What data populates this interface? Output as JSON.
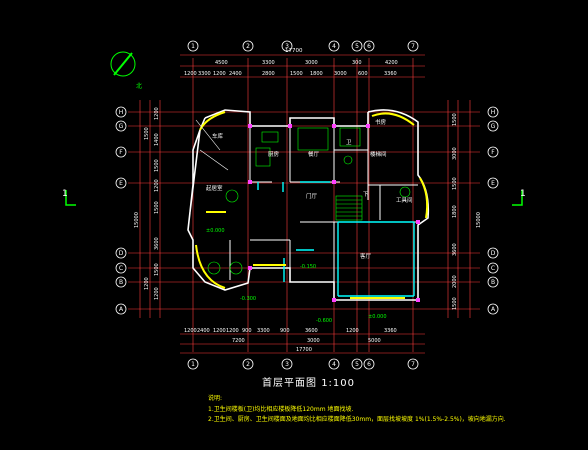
{
  "drawing": {
    "title": "首层平面图",
    "scale": "1:100",
    "section_mark": "1",
    "notes": [
      "说明:",
      "1.卫生间楼板(卫)均比相应楼板降低120mm 地面找坡.",
      "2.卫生间、厨房、卫生间楼面及地面均比相应楼面降低30mm，面层找坡坡度 1%(1.5%-2.5%)，坡向地漏方向."
    ],
    "grid_top": [
      "1",
      "2",
      "3",
      "4",
      "5",
      "6",
      "7"
    ],
    "grid_bottom": [
      "1",
      "2",
      "3",
      "4",
      "5",
      "6",
      "7"
    ],
    "grid_left": [
      "H",
      "G",
      "F",
      "E",
      "D",
      "C",
      "B",
      "A"
    ],
    "grid_right": [
      "H",
      "G",
      "F",
      "E",
      "D",
      "C",
      "B",
      "A"
    ],
    "dims_top": {
      "total": "17700",
      "row2": [
        "4500",
        "3300",
        "3000",
        "300",
        "4200"
      ],
      "row3": [
        "1200",
        "3300",
        "1200",
        "2400",
        "2800",
        "1500",
        "1800",
        "3000",
        "600",
        "3360"
      ]
    },
    "dims_bottom": {
      "row1": [
        "1200",
        "2400",
        "1200",
        "1200",
        "900",
        "3300",
        "900",
        "3600",
        "1200",
        "3360"
      ],
      "row2": [
        "7200",
        "3000",
        "5000"
      ],
      "total": "17700"
    },
    "dims_left": [
      "1200",
      "1400",
      "1500",
      "1200",
      "1500",
      "3600",
      "1500",
      "1200",
      "1500",
      "1200"
    ],
    "dims_left_total": "15000",
    "dims_right": [
      "1500",
      "3000",
      "1500",
      "1800",
      "3600",
      "2000",
      "1500"
    ],
    "dims_right_total": "15000",
    "rooms": [
      "客厅",
      "厨房",
      "餐厅",
      "卫",
      "书房",
      "车库",
      "门厅",
      "楼梯间",
      "下",
      "工具间",
      "起居室"
    ],
    "elevations": [
      "±0.000",
      "-0.150",
      "-0.600",
      "-0.300",
      "±0.000"
    ]
  },
  "colors": {
    "background": "#000000",
    "wall": "#ffffff",
    "axis": "#ff3b3b",
    "dim": "#ff3b3b",
    "text": "#ffffff",
    "yellow": "#ffff00",
    "green": "#00ff00",
    "cyan": "#00ffff",
    "magenta": "#ff40ff"
  }
}
